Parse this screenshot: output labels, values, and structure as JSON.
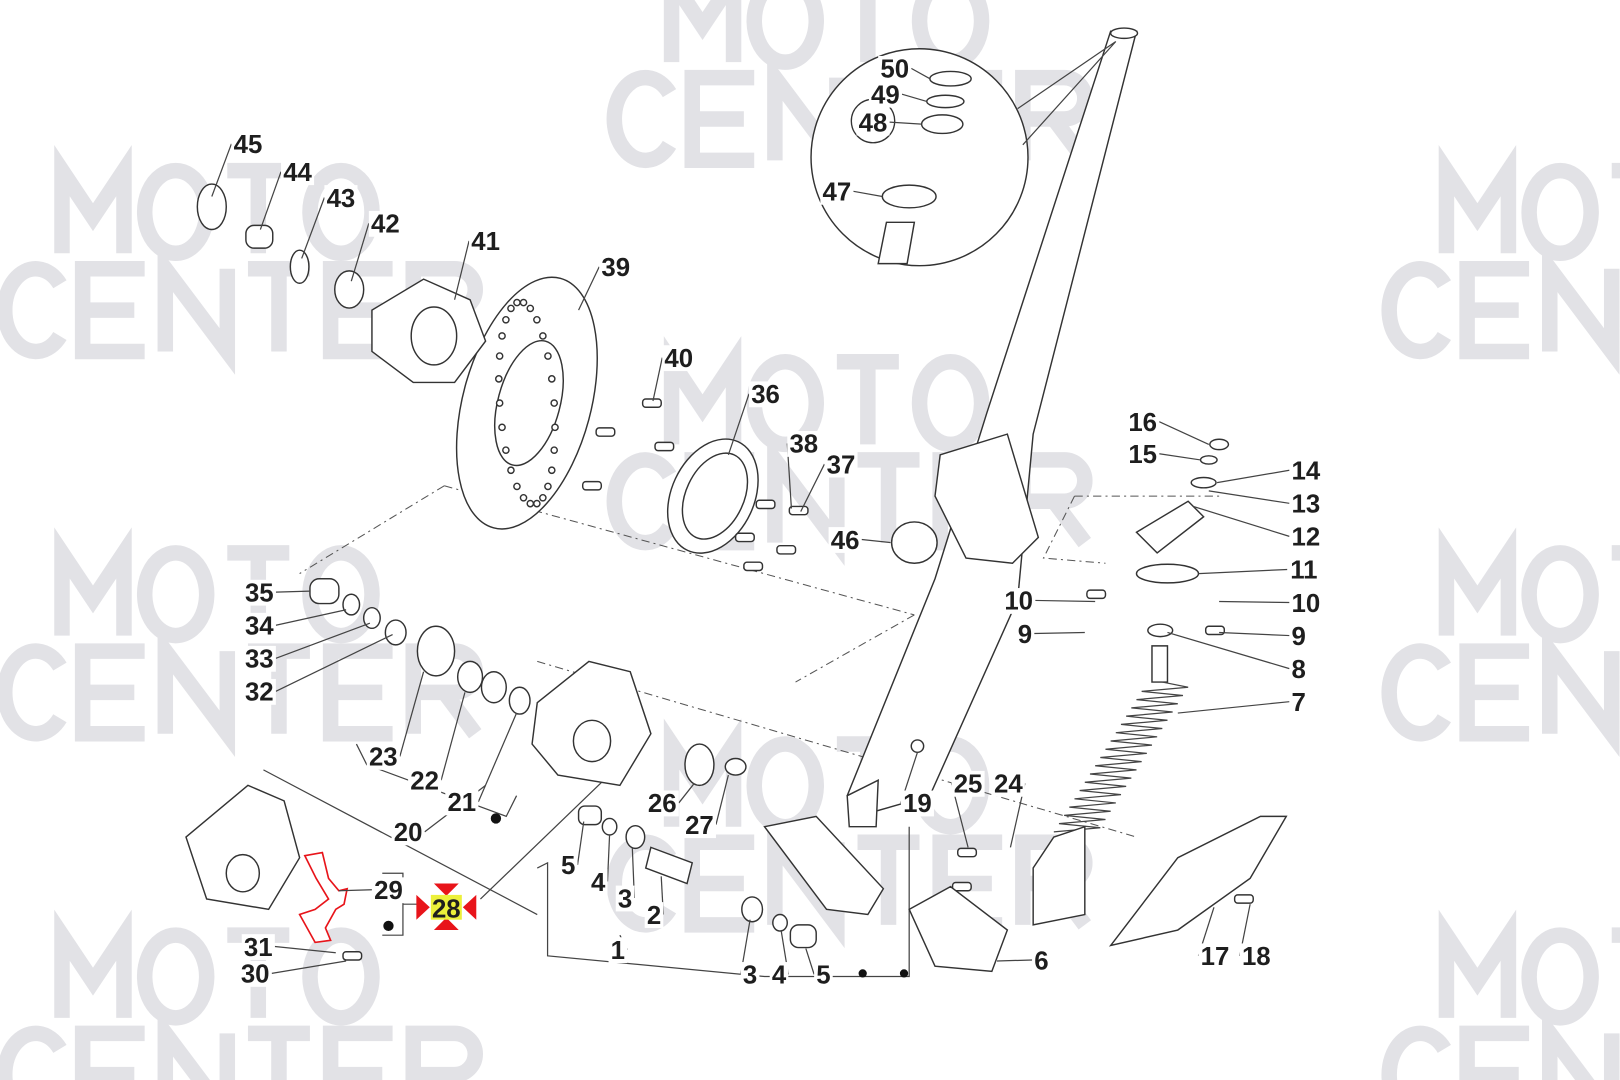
{
  "watermark": {
    "line1": "MOTO",
    "line2": "CENTER"
  },
  "colors": {
    "highlight": "#ecf03a",
    "marker": "#e8141a",
    "selected_part": "#e8141a"
  },
  "labels": [
    "45",
    "44",
    "43",
    "42",
    "41",
    "39",
    "40",
    "36",
    "38",
    "37",
    "46",
    "50",
    "49",
    "48",
    "47",
    "16",
    "15",
    "14",
    "13",
    "12",
    "11",
    "10",
    "10",
    "9",
    "9",
    "8",
    "7",
    "35",
    "34",
    "33",
    "32",
    "23",
    "22",
    "21",
    "20",
    "26",
    "27",
    "19",
    "25",
    "24",
    "29",
    "28",
    "31",
    "30",
    "5",
    "4",
    "3",
    "2",
    "1",
    "3",
    "4",
    "5",
    "6",
    "17",
    "18"
  ],
  "selected_label": "28"
}
